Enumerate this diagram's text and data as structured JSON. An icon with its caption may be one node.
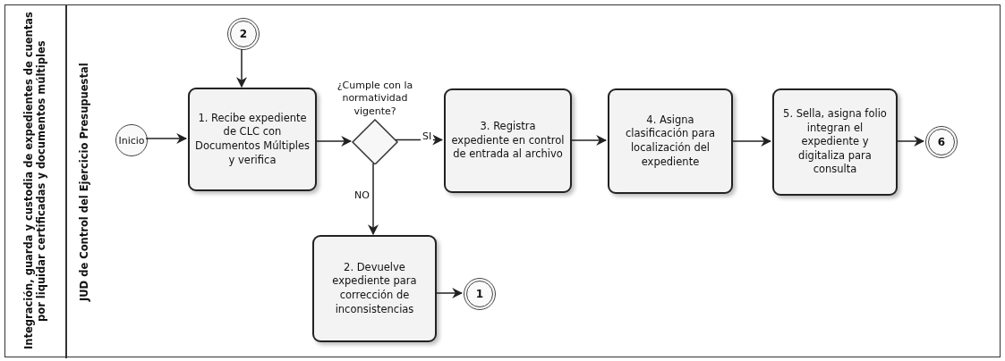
{
  "diagram": {
    "nodes": [
      {
        "text": [
          "Integración, guarda y custodia de expedientes de cuentas por liquidar certificadas y documentos múltiples"
        ]
      },
      {
        "text": [
          "JUD de Control del Ejercicio Presupuestal"
        ],
        "in": 0
      },
      {
        "text": [
          "2"
        ],
        "in": 1
      },
      {
        "text": [
          "Inicio"
        ],
        "in": 1
      },
      {
        "text": [
          "1. Recibe expediente de CLC con Documentos Múltiples y verifica"
        ],
        "in": 1
      },
      {
        "text": [
          "¿Cumple con la normatividad vigente?"
        ],
        "in": 1
      },
      {
        "text": [
          "3. Registra expediente en control de entrada al archivo"
        ],
        "in": 1
      },
      {
        "text": [
          "4. Asigna clasificación para localización del expediente"
        ],
        "in": 1
      },
      {
        "text": [
          "5. Sella, asigna folio integran el expediente y digitaliza para consulta"
        ],
        "in": 1
      },
      {
        "text": [
          "6"
        ],
        "in": 1
      },
      {
        "text": [
          "2. Devuelve expediente para corrección de inconsistencias"
        ],
        "in": 1
      },
      {
        "text": [
          "1"
        ],
        "in": 1
      }
    ],
    "edges": [
      {
        "from": 2,
        "to": 4,
        "arrow": "to"
      },
      {
        "from": 3,
        "to": 4,
        "arrow": "to"
      },
      {
        "from": 4,
        "to": 5,
        "arrow": "to"
      },
      {
        "from": 5,
        "to": 6,
        "arrow": "to",
        "label": "SI"
      },
      {
        "from": 5,
        "to": 10,
        "arrow": "to",
        "label": "NO"
      },
      {
        "from": 6,
        "to": 7,
        "arrow": "to"
      },
      {
        "from": 7,
        "to": 8,
        "arrow": "to"
      },
      {
        "from": 8,
        "to": 9,
        "arrow": "to"
      },
      {
        "from": 10,
        "to": 11,
        "arrow": "to"
      }
    ]
  }
}
